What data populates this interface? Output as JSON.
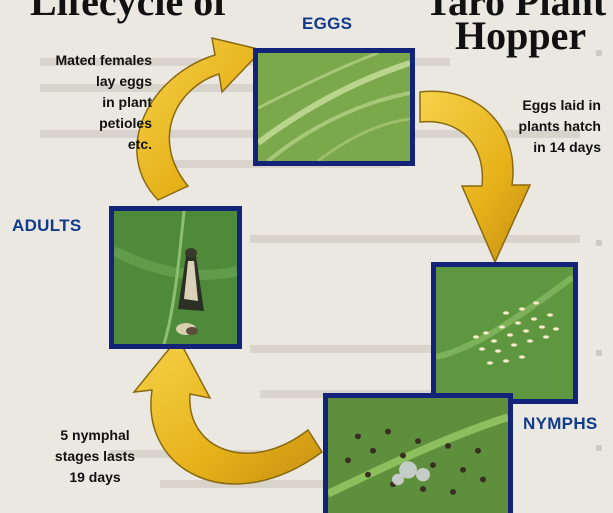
{
  "title": {
    "left": "Lifecycle of",
    "right_line1": "Taro Plant",
    "right_line2": "Hopper"
  },
  "stages": {
    "eggs": "EGGS",
    "adults": "ADULTS",
    "nymphs": "NYMPHS"
  },
  "notes": {
    "mated_females": [
      "Mated females",
      "lay eggs",
      "in plant",
      "petioles",
      "etc."
    ],
    "eggs_hatch": [
      "Eggs laid in",
      "plants hatch",
      "in 14 days"
    ],
    "nymphal": [
      "5 nymphal",
      "stages lasts",
      "19 days"
    ]
  },
  "colors": {
    "arrow": "#e8b81f",
    "frame": "#14237a",
    "stage_label": "#123a8c",
    "leaf": "#6ea03a"
  }
}
